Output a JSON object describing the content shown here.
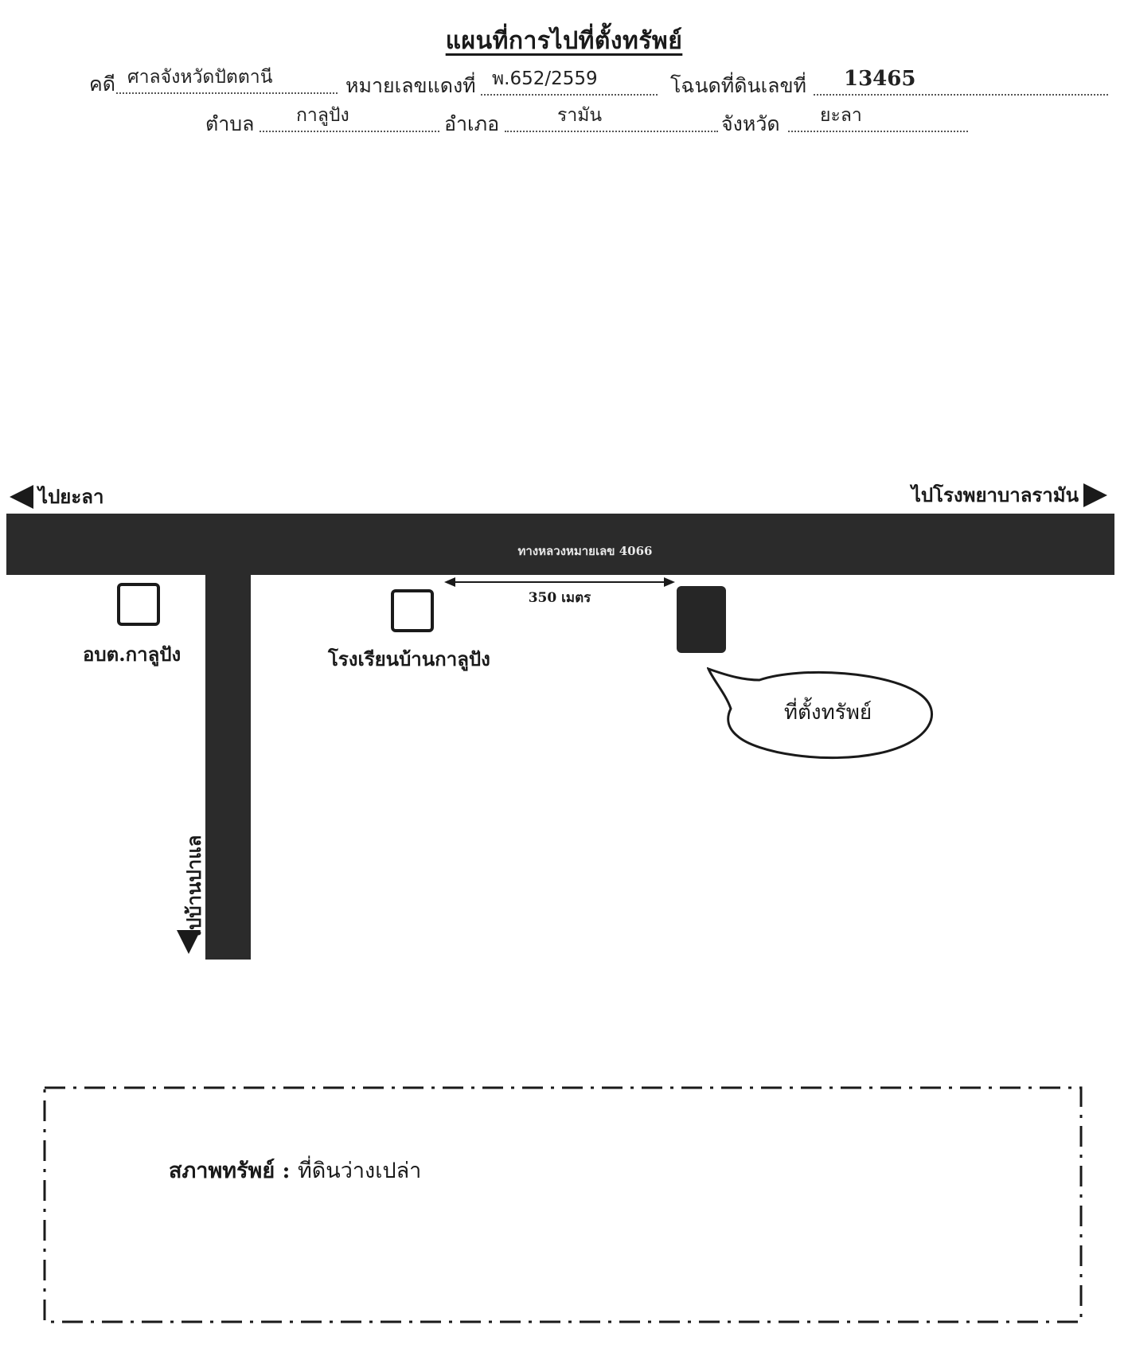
{
  "title": "แผนที่การไปที่ตั้งทรัพย์",
  "header": {
    "case_label": "คดี",
    "case_court": "ศาลจังหวัดปัตตานี",
    "red_number_label": "หมายเลขแดงที่",
    "red_number": "พ.652/2559",
    "title_deed_label": "โฉนดที่ดินเลขที่",
    "title_deed_number": "13465",
    "subdistrict_label": "ตำบล",
    "subdistrict": "กาลูปัง",
    "district_label": "อำเภอ",
    "district": "รามัน",
    "province_label": "จังหวัด",
    "province": "ยะลา"
  },
  "map": {
    "to_left": "ไปยะลา",
    "to_right": "ไปโรงพยาบาลรามัน",
    "to_down": "ไปบ้านปาแล",
    "highway": "ทางหลวงหมายเลข 4066",
    "distance": "350 เมตร",
    "landmark_1": "อบต.กาลูปัง",
    "landmark_2": "โรงเรียนบ้านกาลูปัง",
    "property_callout": "ที่ตั้งทรัพย์"
  },
  "condition": {
    "label": "สภาพทรัพย์ :",
    "value": "ที่ดินว่างเปล่า"
  }
}
